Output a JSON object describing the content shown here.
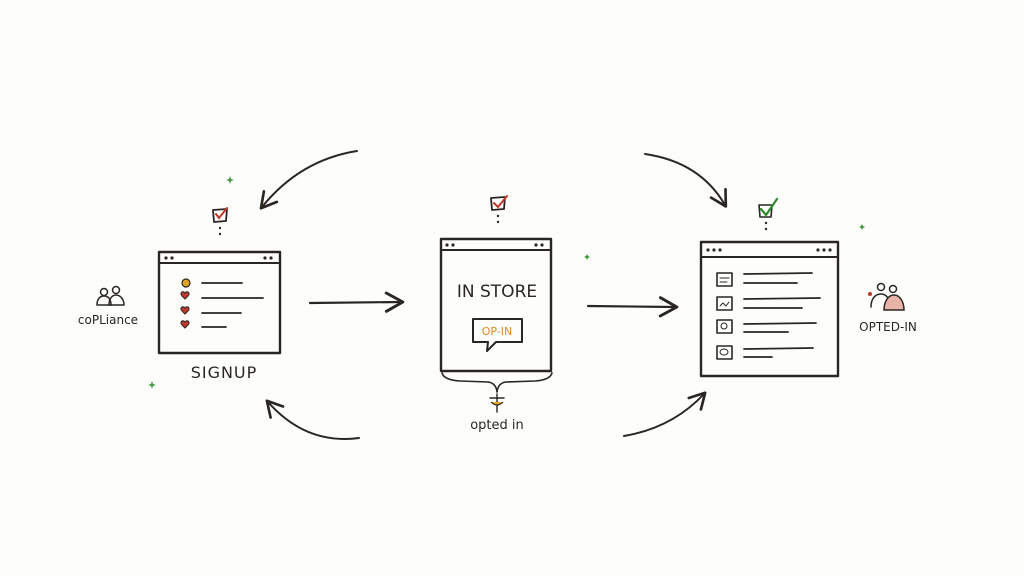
{
  "colors": {
    "ink": "#2a2622",
    "check_red": "#c0392b",
    "check_green": "#2e8b2e",
    "accent_yellow": "#e0a526",
    "accent_orange": "#e08a1e",
    "sparkle_green": "#3a9a3a"
  },
  "diagram": {
    "labels": {
      "left_side": "coPLiance",
      "left_window": "SIGNUP",
      "middle_window": "IN STORE",
      "middle_badge": "OP-IN",
      "middle_bottom": "opted in",
      "right_side": "OPTED-IN"
    },
    "icons": {
      "left_window_list": [
        "dot-icon",
        "heart-icon",
        "heart-icon",
        "heart-icon"
      ],
      "right_window_list": [
        "doc-icon",
        "image-icon",
        "image-icon",
        "image-icon"
      ],
      "flags": [
        "checkbox-red-icon",
        "checkbox-red-icon",
        "checkmark-green-icon"
      ],
      "people": [
        "people-icon",
        "people-icon"
      ]
    }
  }
}
